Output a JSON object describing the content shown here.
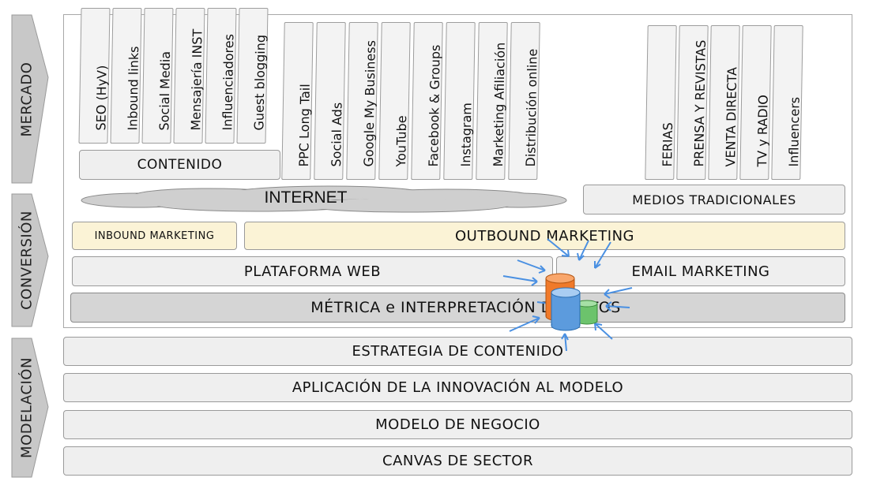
{
  "stages": {
    "mercado": "MERCADO",
    "conversion": "CONVERSIÓN",
    "modelacion": "MODELACIÓN"
  },
  "channels_content": [
    "SEO (HyV)",
    "Inbound links",
    "Social Media",
    "Mensajería INST",
    "Influenciadores",
    "Guest blogging"
  ],
  "channels_paid": [
    "PPC Long Tail",
    "Social Ads",
    "Google My Business",
    "YouTube",
    "Facebook & Groups",
    "Instagram",
    "Marketing Afiliación",
    "Distribución online"
  ],
  "channels_traditional": [
    "FERIAS",
    "PRENSA Y REVISTAS",
    "VENTA DIRECTA",
    "TV y RADIO",
    "Influencers"
  ],
  "boxes": {
    "contenido": "CONTENIDO",
    "internet": "INTERNET",
    "medios_tradicionales": "MEDIOS TRADICIONALES",
    "inbound": "INBOUND MARKETING",
    "outbound": "OUTBOUND MARKETING",
    "plataforma_web": "PLATAFORMA WEB",
    "email_marketing": "EMAIL MARKETING",
    "metrica": "MÉTRICA e INTERPRETACIÓN DE DATOS"
  },
  "layers": [
    "ESTRATEGIA DE CONTENIDO",
    "APLICACIÓN DE LA INNOVACIÓN AL MODELO",
    "MODELO DE NEGOCIO",
    "CANVAS DE SECTOR"
  ],
  "colors": {
    "box_fill": "#efefef",
    "highlight_fill": "#fbf3d6",
    "metrica_fill": "#d5d5d5",
    "arrow_fill": "#c8c8c8",
    "db_orange": "#f07a2a",
    "db_blue": "#5c9bdd",
    "db_green": "#6cc36c",
    "signal_blue": "#4a90e2"
  },
  "icons": [
    "database-cylinder-icon",
    "signal-arrow-icon"
  ]
}
